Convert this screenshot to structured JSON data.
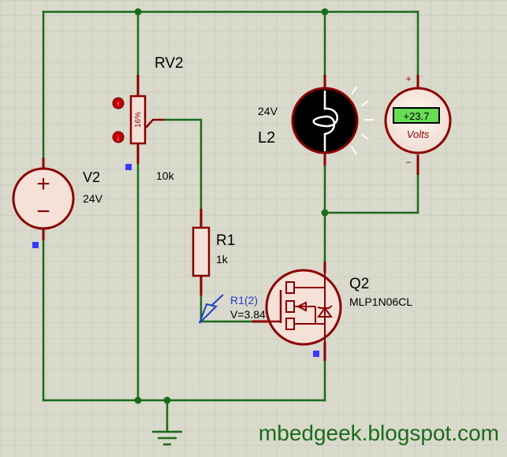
{
  "colors": {
    "background": "#d9d9cc",
    "grid": "#c7c7b8",
    "wire": "#1a6b1a",
    "component": "#8b0000",
    "text": "#000000",
    "probe": "#1f3fbf",
    "marker": "#3a3aff",
    "meter_display_bg": "#66dd55"
  },
  "components": {
    "v2": {
      "ref": "V2",
      "value": "24V",
      "plus": "+",
      "minus": "−"
    },
    "rv2": {
      "ref": "RV2",
      "value": "10k",
      "wiper_percent": "16%",
      "wiper_fraction": 0.16
    },
    "l2": {
      "ref": "L2",
      "value": "24V"
    },
    "r1": {
      "ref": "R1",
      "value": "1k"
    },
    "q2": {
      "ref": "Q2",
      "part": "MLP1N06CL"
    },
    "voltmeter": {
      "reading": "+23.7",
      "unit": "Volts",
      "plus": "+",
      "minus": "−"
    },
    "probe": {
      "label": "R1(2)",
      "voltage": "V=3.84"
    }
  },
  "watermark": "mbedgeek.blogspot.com"
}
